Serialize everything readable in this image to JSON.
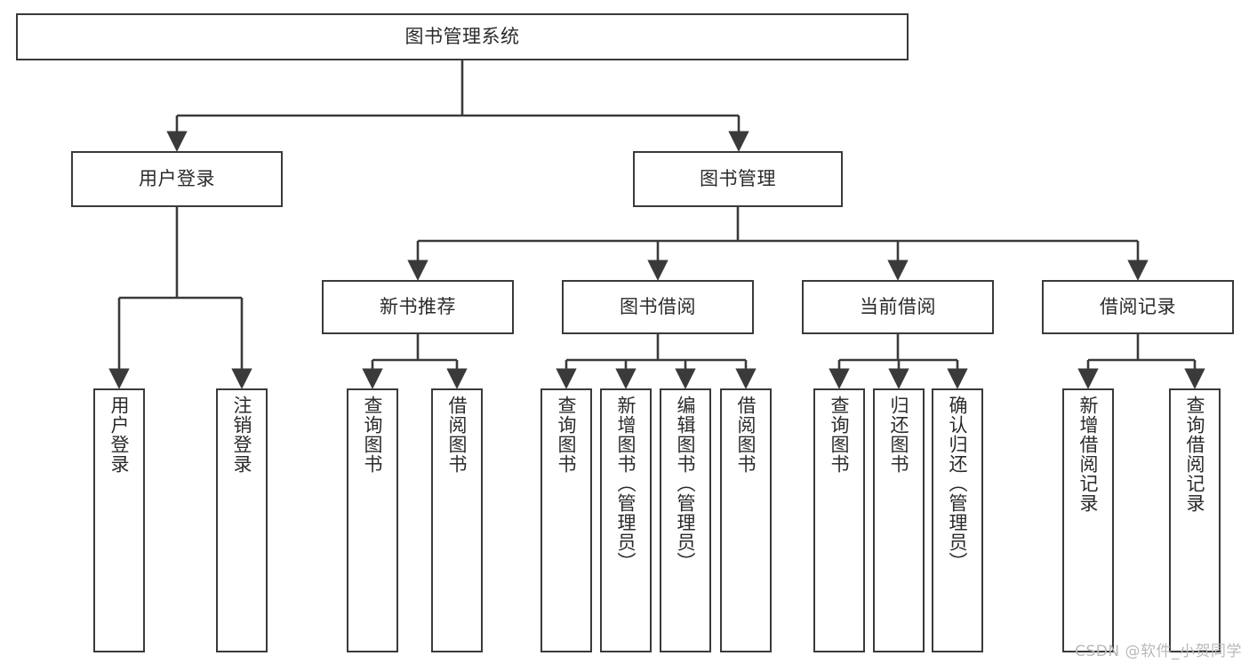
{
  "diagram": {
    "type": "tree",
    "title_node": "图书管理系统",
    "orientation": "top-down",
    "colors": {
      "box_border": "#3a3a3a",
      "box_fill": "#ffffff",
      "edge": "#3a3a3a",
      "text": "#2b2b2b",
      "watermark": "#b9b9b9"
    },
    "nodes": {
      "root": {
        "label": "图书管理系统"
      },
      "level1": [
        {
          "label": "用户登录"
        },
        {
          "label": "图书管理"
        }
      ],
      "level2": [
        {
          "label": "新书推荐"
        },
        {
          "label": "图书借阅"
        },
        {
          "label": "当前借阅"
        },
        {
          "label": "借阅记录"
        }
      ],
      "leaves": {
        "user_login": [
          {
            "label": "用户登录"
          },
          {
            "label": "注销登录"
          }
        ],
        "new_book": [
          {
            "label": "查询图书"
          },
          {
            "label": "借阅图书"
          }
        ],
        "book_borrow": [
          {
            "label": "查询图书"
          },
          {
            "label": "新增图书（管理员）"
          },
          {
            "label": "编辑图书（管理员）"
          },
          {
            "label": "借阅图书"
          }
        ],
        "current_borrow": [
          {
            "label": "查询图书"
          },
          {
            "label": "归还图书"
          },
          {
            "label": "确认归还（管理员）"
          }
        ],
        "borrow_record": [
          {
            "label": "新增借阅记录"
          },
          {
            "label": "查询借阅记录"
          }
        ]
      }
    },
    "edges": [
      {
        "from": "图书管理系统",
        "to": "用户登录"
      },
      {
        "from": "图书管理系统",
        "to": "图书管理"
      },
      {
        "from": "用户登录",
        "to": "用户登录"
      },
      {
        "from": "用户登录",
        "to": "注销登录"
      },
      {
        "from": "图书管理",
        "to": "新书推荐"
      },
      {
        "from": "图书管理",
        "to": "图书借阅"
      },
      {
        "from": "图书管理",
        "to": "当前借阅"
      },
      {
        "from": "图书管理",
        "to": "借阅记录"
      },
      {
        "from": "新书推荐",
        "to": "查询图书"
      },
      {
        "from": "新书推荐",
        "to": "借阅图书"
      },
      {
        "from": "图书借阅",
        "to": "查询图书"
      },
      {
        "from": "图书借阅",
        "to": "新增图书（管理员）"
      },
      {
        "from": "图书借阅",
        "to": "编辑图书（管理员）"
      },
      {
        "from": "图书借阅",
        "to": "借阅图书"
      },
      {
        "from": "当前借阅",
        "to": "查询图书"
      },
      {
        "from": "当前借阅",
        "to": "归还图书"
      },
      {
        "from": "当前借阅",
        "to": "确认归还（管理员）"
      },
      {
        "from": "借阅记录",
        "to": "新增借阅记录"
      },
      {
        "from": "借阅记录",
        "to": "查询借阅记录"
      }
    ]
  },
  "watermark": {
    "text": "CSDN @软件_小贺同学"
  }
}
